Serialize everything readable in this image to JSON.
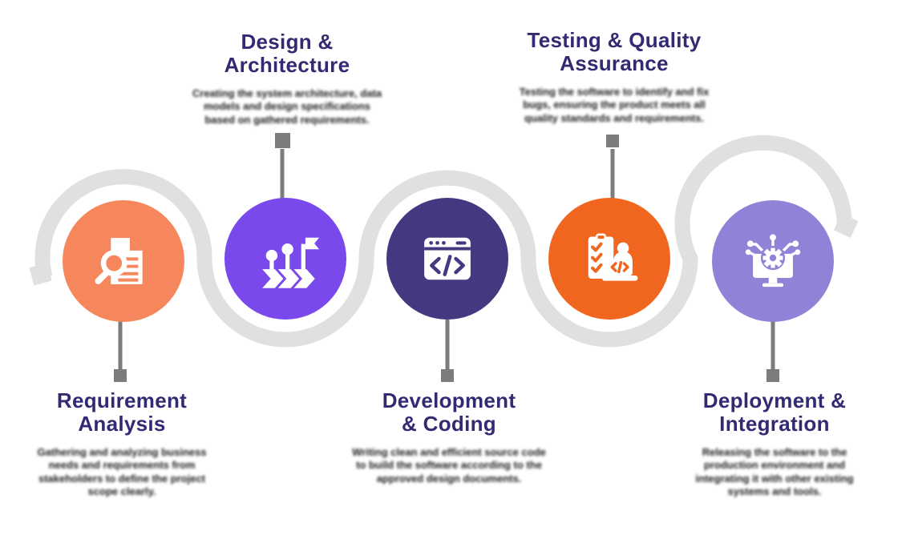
{
  "diagram": {
    "name": "software-development-lifecycle-process",
    "colors": {
      "path_ribbon": "#E0E0E0",
      "connector": "#7C7C7C",
      "title_text": "#322A72",
      "description_text": "#1D1D1D",
      "step1_circle": "#F6875D",
      "step2_circle": "#7A49EC",
      "step3_circle": "#453780",
      "step4_circle": "#F1661F",
      "step5_circle": "#8F83D8"
    },
    "steps": [
      {
        "title": "Requirement Analysis",
        "title_lines": [
          "Requirement",
          "Analysis"
        ],
        "description": "Gathering and analyzing business needs and requirements from stakeholders to define the project scope clearly.",
        "icon": "document-search-icon",
        "text_position": "bottom"
      },
      {
        "title": "Design & Architecture",
        "title_lines": [
          "Design &",
          "Architecture"
        ],
        "description": "Creating the system architecture, data models and design specifications based on gathered requirements.",
        "icon": "milestone-flag-icon",
        "text_position": "top"
      },
      {
        "title": "Development & Coding",
        "title_lines": [
          "Development",
          "& Coding"
        ],
        "description": "Writing clean and efficient source code to build the software according to the approved design documents.",
        "icon": "browser-code-icon",
        "text_position": "bottom"
      },
      {
        "title": "Testing & Quality Assurance",
        "title_lines": [
          "Testing & Quality",
          "Assurance"
        ],
        "description": "Testing the software to identify and fix bugs, ensuring the product meets all quality standards and requirements.",
        "icon": "checklist-tester-icon",
        "text_position": "top"
      },
      {
        "title": "Deployment & Integration",
        "title_lines": [
          "Deployment &",
          "Integration"
        ],
        "description": "Releasing the software to the production environment and integrating it with other existing systems and tools.",
        "icon": "deploy-gear-monitor-icon",
        "text_position": "bottom"
      }
    ]
  }
}
